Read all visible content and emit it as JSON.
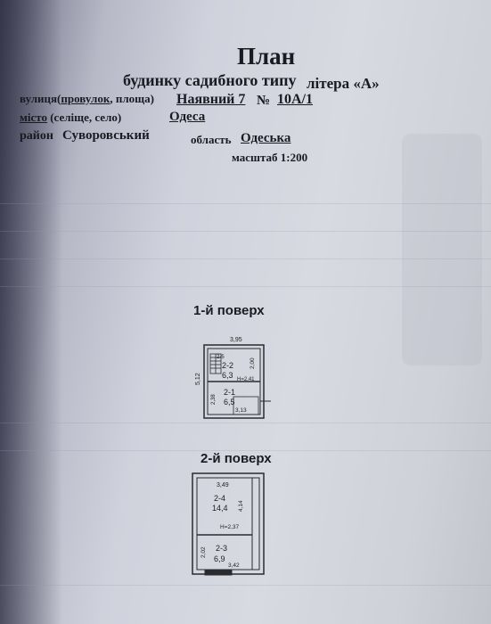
{
  "header": {
    "title": "План",
    "subtitle": "будинку садибного типу",
    "litera": "літера «А»"
  },
  "address": {
    "street_label_a": "вулиця(",
    "street_label_b": "провулок",
    "street_label_c": ", площа)",
    "street_value": "Наявний 7",
    "number_sign": "№",
    "number_value": "10А/1",
    "city_label_a": "місто",
    "city_label_b": " (селіще, село)",
    "city_value": "Одеса",
    "district_label": "район",
    "district_value": "Суворовський",
    "region_label": "область",
    "region_value": "Одеська",
    "scale": "масштаб 1:200"
  },
  "floor1": {
    "heading": "1-й поверх",
    "dim_top": "3,95",
    "dim_left": "5,12",
    "dim_right": "2,00",
    "room_a": "2-2",
    "room_a_area": "6,3",
    "height_a": "H=2,41",
    "room_b": "2-1",
    "room_b_area": "6,5",
    "dim_inner": "2,38",
    "dim_bottom": "3,13",
    "stair": "2-5"
  },
  "floor2": {
    "heading": "2-й поверх",
    "dim_top": "3,49",
    "room_a": "2-4",
    "room_a_area": "14,4",
    "dim_right": "4,14",
    "height": "H=2,37",
    "room_b": "2-3",
    "room_b_area": "6,9",
    "dim_left": "2,02",
    "dim_bottom": "3,42"
  }
}
